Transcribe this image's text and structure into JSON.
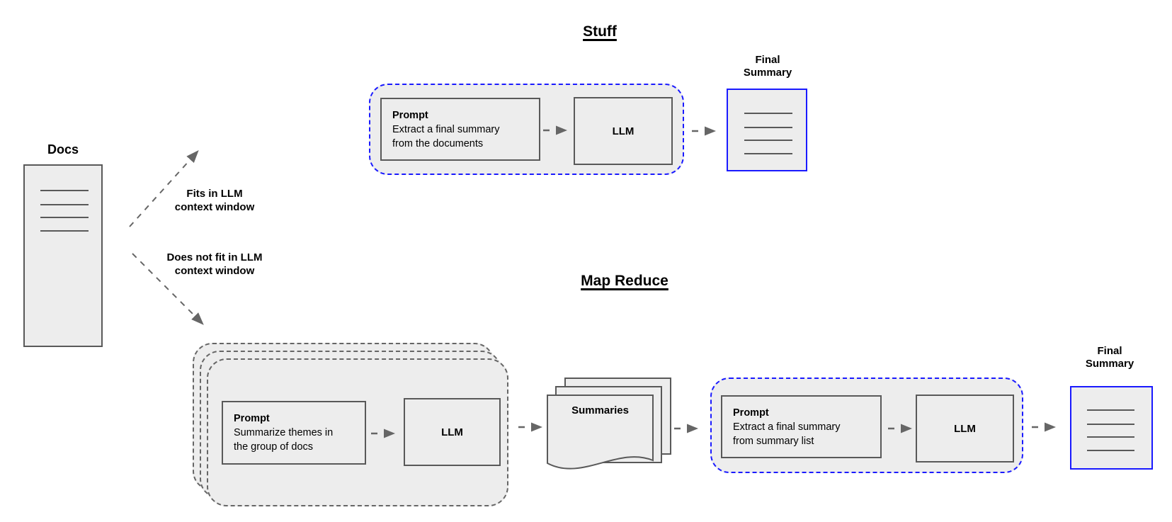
{
  "diagram": {
    "titles": {
      "stuff": "Stuff",
      "map_reduce": "Map Reduce"
    },
    "docs": {
      "label": "Docs"
    },
    "branches": {
      "fits": "Fits in LLM\ncontext window",
      "does_not_fit": "Does not fit in LLM\ncontext window"
    },
    "stuff_flow": {
      "prompt_title": "Prompt",
      "prompt_body": "Extract a final summary\nfrom the documents",
      "llm_label": "LLM",
      "final_summary_label": "Final\nSummary"
    },
    "map_reduce_flow": {
      "map_prompt_title": "Prompt",
      "map_prompt_body": "Summarize themes in\nthe group of docs",
      "map_llm_label": "LLM",
      "summaries_label": "Summaries",
      "reduce_prompt_title": "Prompt",
      "reduce_prompt_body": "Extract a final summary\nfrom summary list",
      "reduce_llm_label": "LLM",
      "final_summary_label": "Final\nSummary"
    },
    "colors": {
      "shape_fill": "#ededed",
      "shape_border": "#595959",
      "blue_accent": "#1a1aff",
      "gray_dash": "#666666",
      "arrow": "#666666",
      "text": "#000000"
    }
  }
}
